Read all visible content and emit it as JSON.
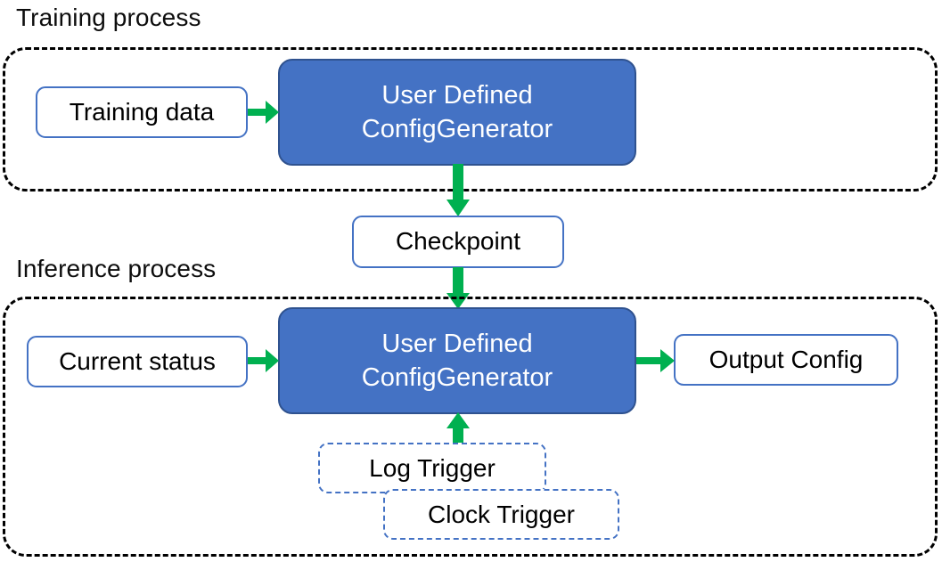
{
  "diagram": {
    "title_training": "Training process",
    "title_inference": "Inference process",
    "accent_blue": "#4472C4",
    "accent_blue_dark": "#2F528F",
    "accent_green": "#00B050",
    "text_color": "#000000",
    "group_border_color": "#000000",
    "background": "#FFFFFF"
  },
  "training": {
    "label": "Training process",
    "nodes": {
      "training_data": "Training data",
      "generator_line1": "User Defined",
      "generator_line2": "ConfigGenerator"
    }
  },
  "bridge": {
    "checkpoint": "Checkpoint"
  },
  "inference": {
    "label": "Inference process",
    "nodes": {
      "current_status": "Current status",
      "generator_line1": "User Defined",
      "generator_line2": "ConfigGenerator",
      "output_config": "Output Config",
      "log_trigger": "Log Trigger",
      "clock_trigger": "Clock Trigger"
    }
  },
  "edges": [
    {
      "id": "training-data-to-generator",
      "from": "Training data",
      "to": "User Defined ConfigGenerator",
      "direction": "right",
      "color": "#00B050"
    },
    {
      "id": "generator-to-checkpoint",
      "from": "User Defined ConfigGenerator",
      "to": "Checkpoint",
      "direction": "down",
      "color": "#00B050"
    },
    {
      "id": "checkpoint-to-generator",
      "from": "Checkpoint",
      "to": "User Defined ConfigGenerator",
      "direction": "down",
      "color": "#00B050"
    },
    {
      "id": "current-status-to-generator",
      "from": "Current status",
      "to": "User Defined ConfigGenerator",
      "direction": "right",
      "color": "#00B050"
    },
    {
      "id": "generator-to-output",
      "from": "User Defined ConfigGenerator",
      "to": "Output Config",
      "direction": "right",
      "color": "#00B050"
    },
    {
      "id": "trigger-to-generator",
      "from": "Log Trigger / Clock Trigger",
      "to": "User Defined ConfigGenerator",
      "direction": "up",
      "color": "#00B050"
    }
  ]
}
